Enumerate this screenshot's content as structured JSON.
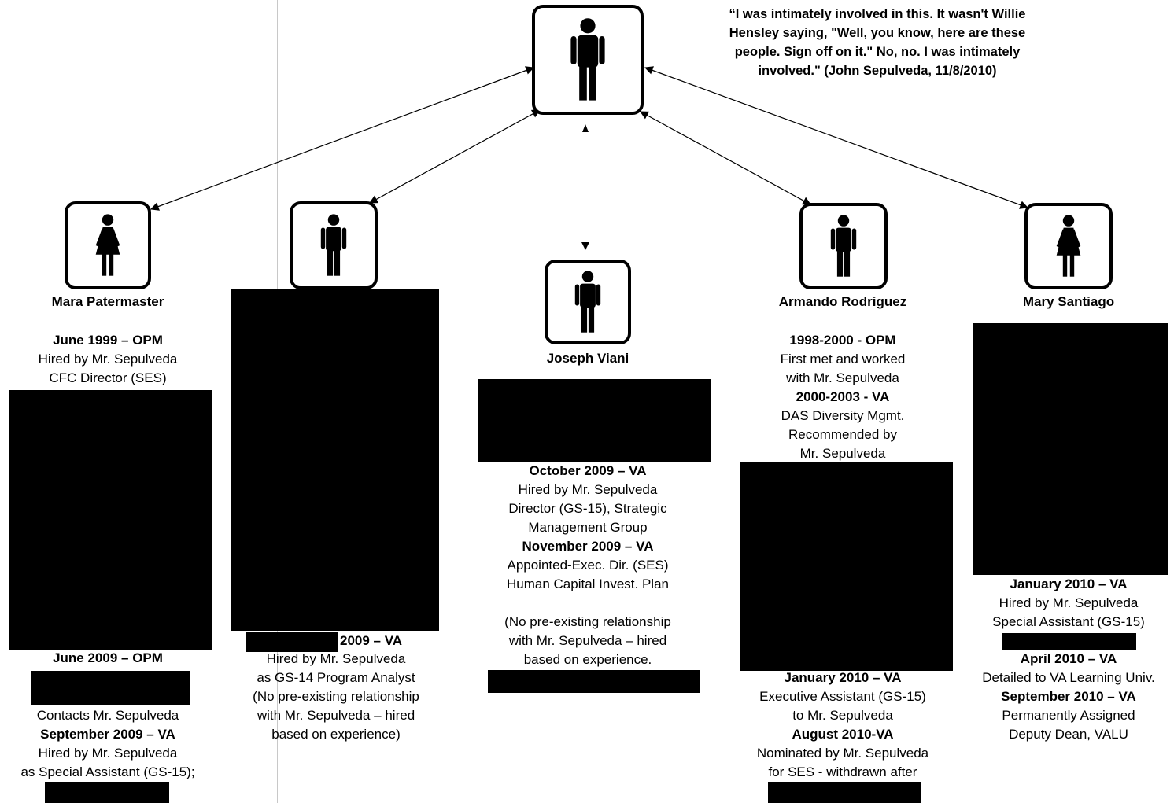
{
  "quote": {
    "lines": [
      "“I was intimately involved in this.  It wasn't Willie",
      "Hensley saying, \"Well, you know, here are these",
      "people.  Sign off on it.\"  No, no.  I was intimately",
      "involved.\" (John Sepulveda, 11/8/2010)"
    ]
  },
  "people": {
    "mara": {
      "name": "Mara Patermaster",
      "top": [
        "June 1999 – OPM",
        "Hired by Mr. Sepulveda",
        "CFC Director (SES)"
      ],
      "bottom": [
        "June 2009 – OPM",
        "Contacts Mr. Sepulveda",
        "September 2009 – VA",
        "Hired by Mr. Sepulveda",
        "as Special Assistant (GS-15);"
      ]
    },
    "redacted_male": {
      "date": "2009 – VA",
      "lines": [
        "Hired by Mr. Sepulveda",
        "as GS-14 Program Analyst",
        "(No pre-existing relationship",
        "with Mr. Sepulveda – hired",
        "based on experience)"
      ]
    },
    "joseph": {
      "name": "Joseph Viani",
      "lines": [
        "October 2009 – VA",
        "Hired by Mr. Sepulveda",
        "Director (GS-15), Strategic",
        "Management Group",
        "November 2009 – VA",
        "Appointed-Exec. Dir. (SES)",
        "Human Capital Invest. Plan",
        "(No pre-existing relationship",
        "with Mr. Sepulveda – hired",
        "based on experience."
      ]
    },
    "armando": {
      "name": "Armando Rodriguez",
      "top": [
        "1998-2000 - OPM",
        "First met and worked",
        "with Mr. Sepulveda",
        "2000-2003 - VA",
        "DAS Diversity Mgmt.",
        "Recommended by",
        "Mr. Sepulveda"
      ],
      "bottom": [
        "January 2010 – VA",
        "Executive Assistant (GS-15)",
        "to Mr. Sepulveda",
        "August 2010-VA",
        "Nominated by Mr. Sepulveda",
        "for SES - withdrawn after"
      ]
    },
    "mary": {
      "name": "Mary Santiago",
      "top": [
        "January 2010 – VA",
        "Hired by Mr. Sepulveda",
        "Special Assistant (GS-15)"
      ],
      "bottom": [
        "April 2010 – VA",
        "Detailed to VA Learning Univ.",
        "September 2010 – VA",
        "Permanently Assigned",
        "Deputy Dean, VALU"
      ]
    }
  },
  "icons": {
    "center": "male-figure-icon",
    "mara": "female-figure-icon",
    "redacted_male": "male-figure-icon",
    "joseph": "male-figure-icon",
    "armando": "male-figure-icon",
    "mary": "female-figure-icon"
  }
}
